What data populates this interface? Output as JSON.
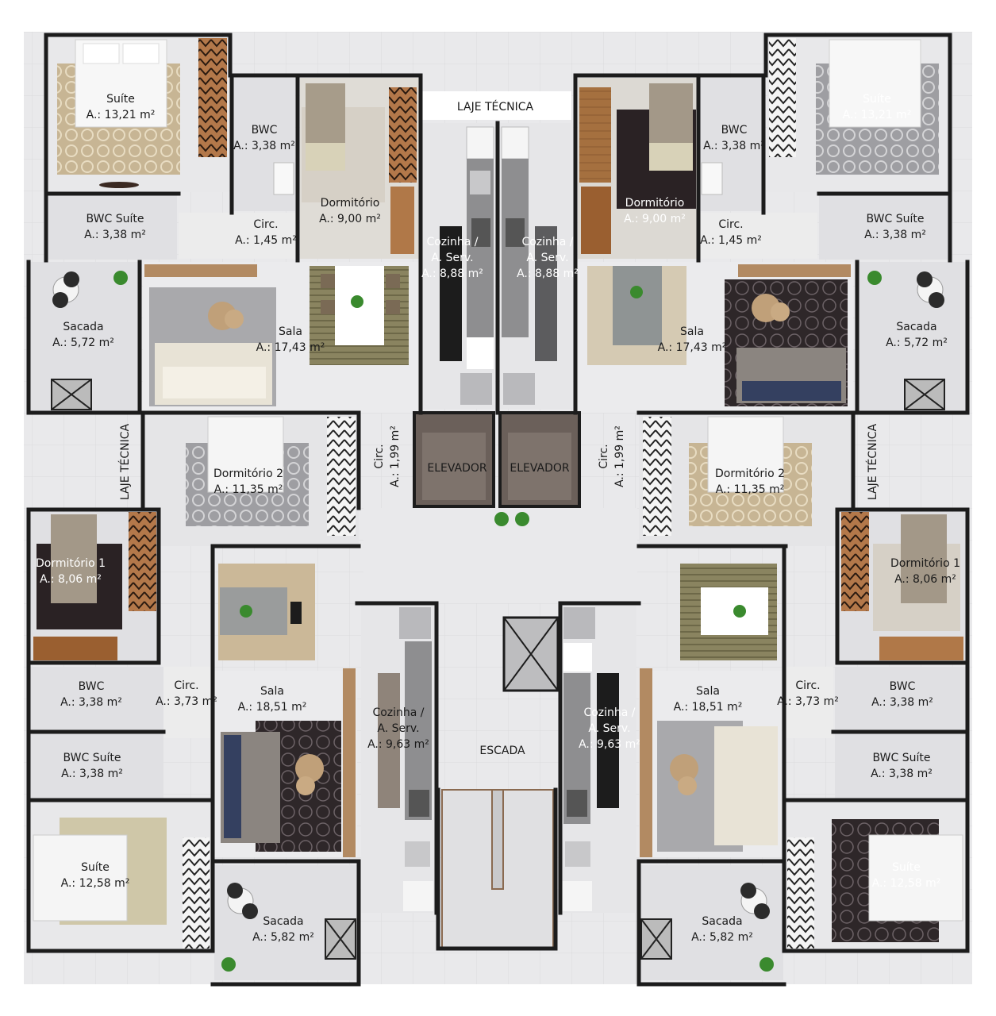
{
  "rooms": {
    "ul_suite": {
      "name": "Suíte",
      "area": "A.: 13,21 m²"
    },
    "ul_bwc": {
      "name": "BWC",
      "area": "A.: 3,38 m²"
    },
    "ul_dorm": {
      "name": "Dormitório",
      "area": "A.: 9,00 m²"
    },
    "ul_bwc_suite": {
      "name": "BWC Suíte",
      "area": "A.: 3,38 m²"
    },
    "ul_circ": {
      "name": "Circ.",
      "area": "A.: 1,45 m²"
    },
    "ul_cozinha": {
      "name": "Cozinha /",
      "name2": "A. Serv.",
      "area": "A.: 8,88 m²"
    },
    "ul_sacada": {
      "name": "Sacada",
      "area": "A.: 5,72 m²"
    },
    "ul_sala": {
      "name": "Sala",
      "area": "A.: 17,43 m²"
    },
    "ur_dorm": {
      "name": "Dormitório",
      "area": "A.: 9,00 m²"
    },
    "ur_bwc": {
      "name": "BWC",
      "area": "A.: 3,38 m²"
    },
    "ur_suite": {
      "name": "Suíte",
      "area": "A.: 13,21 m²"
    },
    "ur_circ": {
      "name": "Circ.",
      "area": "A.: 1,45 m²"
    },
    "ur_bwc_suite": {
      "name": "BWC Suíte",
      "area": "A.: 3,38 m²"
    },
    "ur_cozinha": {
      "name": "Cozinha /",
      "name2": "A. Serv.",
      "area": "A.: 8,88 m²"
    },
    "ur_sala": {
      "name": "Sala",
      "area": "A.: 17,43 m²"
    },
    "ur_sacada": {
      "name": "Sacada",
      "area": "A.: 5,72 m²"
    },
    "ll_dorm2": {
      "name": "Dormitório 2",
      "area": "A.: 11,35 m²"
    },
    "ll_dorm1": {
      "name": "Dormitório 1",
      "area": "A.: 8,06 m²"
    },
    "ll_bwc": {
      "name": "BWC",
      "area": "A.: 3,38 m²"
    },
    "ll_circ": {
      "name": "Circ.",
      "area": "A.: 3,73 m²"
    },
    "ll_sala": {
      "name": "Sala",
      "area": "A.: 18,51 m²"
    },
    "ll_bwc_suite": {
      "name": "BWC Suíte",
      "area": "A.: 3,38 m²"
    },
    "ll_cozinha": {
      "name": "Cozinha /",
      "name2": "A. Serv.",
      "area": "A.: 9,63 m²"
    },
    "ll_suite": {
      "name": "Suíte",
      "area": "A.: 12,58 m²"
    },
    "ll_sacada": {
      "name": "Sacada",
      "area": "A.: 5,82 m²"
    },
    "lr_dorm2": {
      "name": "Dormitório 2",
      "area": "A.: 11,35 m²"
    },
    "lr_dorm1": {
      "name": "Dormitório 1",
      "area": "A.: 8,06 m²"
    },
    "lr_sala": {
      "name": "Sala",
      "area": "A.: 18,51 m²"
    },
    "lr_circ": {
      "name": "Circ.",
      "area": "A.: 3,73 m²"
    },
    "lr_bwc": {
      "name": "BWC",
      "area": "A.: 3,38 m²"
    },
    "lr_cozinha": {
      "name": "Cozinha /",
      "name2": "A. Serv.",
      "area": "A.: 9,63 m²"
    },
    "lr_bwc_suite": {
      "name": "BWC Suíte",
      "area": "A.: 3,38 m²"
    },
    "lr_suite": {
      "name": "Suíte",
      "area": "A.: 12,58 m²"
    },
    "lr_sacada": {
      "name": "Sacada",
      "area": "A.: 5,82 m²"
    }
  },
  "common": {
    "laje_top": "LAJE TÉCNICA",
    "laje_left": "LAJE TÉCNICA",
    "laje_right": "LAJE TÉCNICA",
    "circ_left": {
      "name": "Circ.",
      "area": "A.: 1,99 m²"
    },
    "circ_right": {
      "name": "Circ.",
      "area": "A.: 1,99 m²"
    },
    "elevador_1": "ELEVADOR",
    "elevador_2": "ELEVADOR",
    "escada": "ESCADA"
  },
  "colors": {
    "wall": "#1c1c1c",
    "floor": "#ececec",
    "tile": "#e4e4e6",
    "wood": "#a97448",
    "rug_beige": "#cbb898",
    "rug_gray": "#b8b8ba",
    "rug_dark": "#2d2628",
    "elevator": "#6b605a",
    "plant": "#3a8a2e"
  }
}
